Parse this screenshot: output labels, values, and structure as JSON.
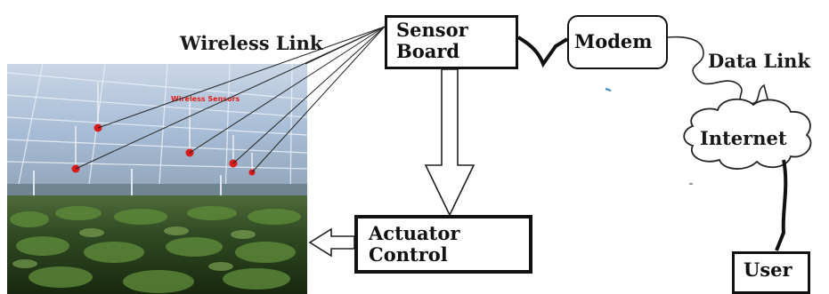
{
  "labels": {
    "wireless_link": "Wireless Link",
    "data_link": "Data Link",
    "wireless_sensors": "Wireless Sensors"
  },
  "nodes": {
    "sensor_board": [
      "Sensor",
      "Board"
    ],
    "modem": "Modem",
    "internet": "Internet",
    "actuator_control": [
      "Actuator",
      "Control"
    ],
    "user": "User"
  },
  "colors": {
    "sensor_dot": "#d81b1b",
    "sensor_label": "#e0201c"
  }
}
